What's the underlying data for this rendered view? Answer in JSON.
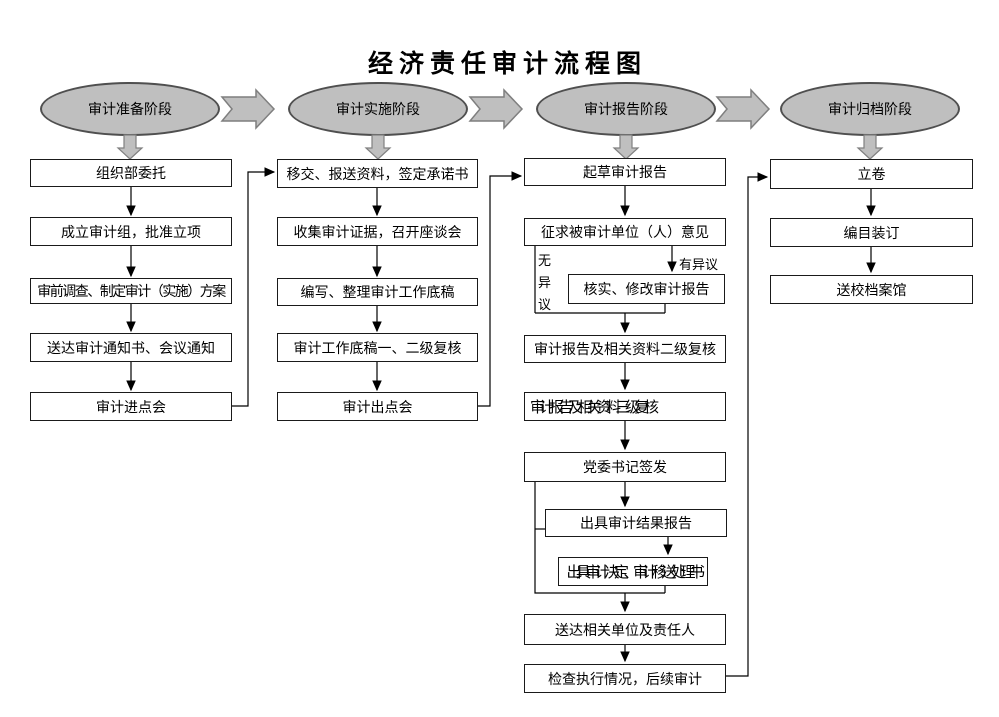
{
  "title": "经济责任审计流程图",
  "stages": [
    {
      "label": "审计准备阶段"
    },
    {
      "label": "审计实施阶段"
    },
    {
      "label": "审计报告阶段"
    },
    {
      "label": "审计归档阶段"
    }
  ],
  "columns": {
    "preparation": [
      "组织部委托",
      "成立审计组，批准立项",
      "审前调查、制定审计（实施）方案",
      "送达审计通知书、会议通知",
      "审计进点会"
    ],
    "implementation": [
      "移交、报送资料，签定承诺书",
      "收集审计证据，召开座谈会",
      "编写、整理审计工作底稿",
      "审计工作底稿一、二级复核",
      "审计出点会"
    ],
    "reporting": [
      "起草审计报告",
      "征求被审计单位（人）意见",
      "核实、修改审计报告",
      "审计报告及相关资料二级复核",
      "审计报告及相关资料三级复核",
      "党委书记签发",
      "出具审计结果报告",
      "出具审计决定、审计移送处理书",
      "送达相关单位及责任人",
      "检查执行情况，后续审计"
    ],
    "archiving": [
      "立卷",
      "编目装订",
      "送校档案馆"
    ]
  },
  "branch_labels": {
    "no_objection": "无异议",
    "objection": "有异议"
  },
  "colors": {
    "stage_fill": "#bfbfbf",
    "stage_border": "#4f4f4f",
    "flow_arrow_fill": "#bfbfbf",
    "flow_arrow_border": "#7f7f7f",
    "box_border": "#1a1a1a",
    "connector": "#000000",
    "background": "#ffffff"
  }
}
